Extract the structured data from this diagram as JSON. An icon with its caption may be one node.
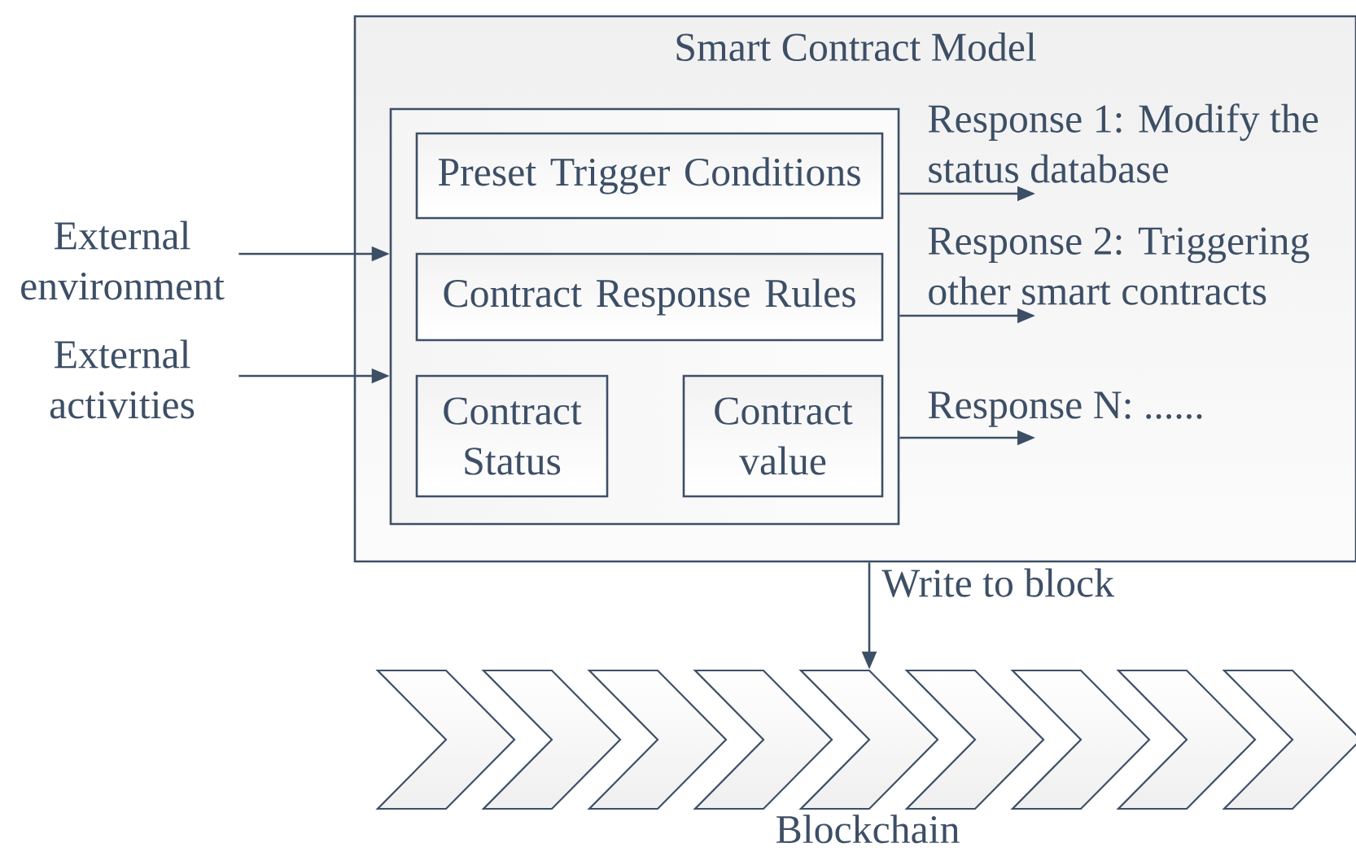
{
  "diagram": {
    "nodes": [
      {
        "text": [
          "Smart Contract Model"
        ]
      },
      {
        "text": [],
        "shape": "box",
        "in": 0
      },
      {
        "text": [
          "Preset Trigger Conditions"
        ],
        "in": 1
      },
      {
        "text": [
          "Contract Response Rules"
        ],
        "in": 1
      },
      {
        "text": [
          "Contract Status"
        ],
        "in": 1
      },
      {
        "text": [
          "Contract value"
        ],
        "in": 1
      },
      {
        "text": [
          "External environment"
        ]
      },
      {
        "text": [
          "External activities"
        ]
      },
      {
        "text": [],
        "shape": "chevron"
      },
      {
        "text": [],
        "shape": "chevron"
      },
      {
        "text": [],
        "shape": "chevron"
      },
      {
        "text": [],
        "shape": "chevron"
      },
      {
        "text": [],
        "shape": "chevron"
      },
      {
        "text": [],
        "shape": "chevron"
      },
      {
        "text": [],
        "shape": "chevron"
      },
      {
        "text": [],
        "shape": "chevron"
      },
      {
        "text": [],
        "shape": "chevron"
      }
    ],
    "edges": [
      {
        "from": 6,
        "to": 1,
        "arrow": "to"
      },
      {
        "from": 7,
        "to": 1,
        "arrow": "to"
      },
      {
        "from": 1,
        "to": null,
        "arrow": "to",
        "label": "Response 1: Modify the status database"
      },
      {
        "from": 1,
        "to": null,
        "arrow": "to",
        "label": "Response 2: Triggering other smart contracts"
      },
      {
        "from": 1,
        "to": null,
        "arrow": "to",
        "label": "Response N: ......"
      },
      {
        "from": 0,
        "to": 12,
        "arrow": "to",
        "label": "Write to block"
      }
    ],
    "labels": [
      "Blockchain"
    ]
  }
}
